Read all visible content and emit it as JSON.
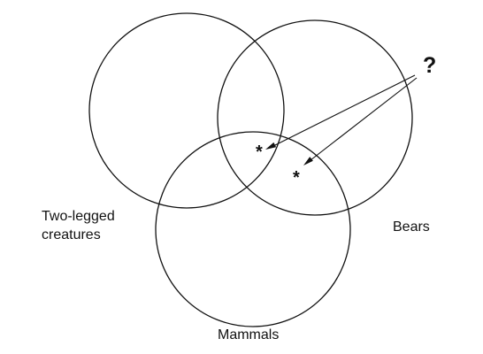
{
  "sets": [
    {
      "label_lines": [
        "Two-legged",
        "creatures"
      ]
    },
    {
      "label_lines": [
        "Bears"
      ]
    },
    {
      "label_lines": [
        "Mammals"
      ]
    }
  ],
  "question_mark": "?",
  "markers": [
    "*",
    "*"
  ],
  "colors": {
    "stroke": "#111111",
    "background": "#ffffff"
  }
}
